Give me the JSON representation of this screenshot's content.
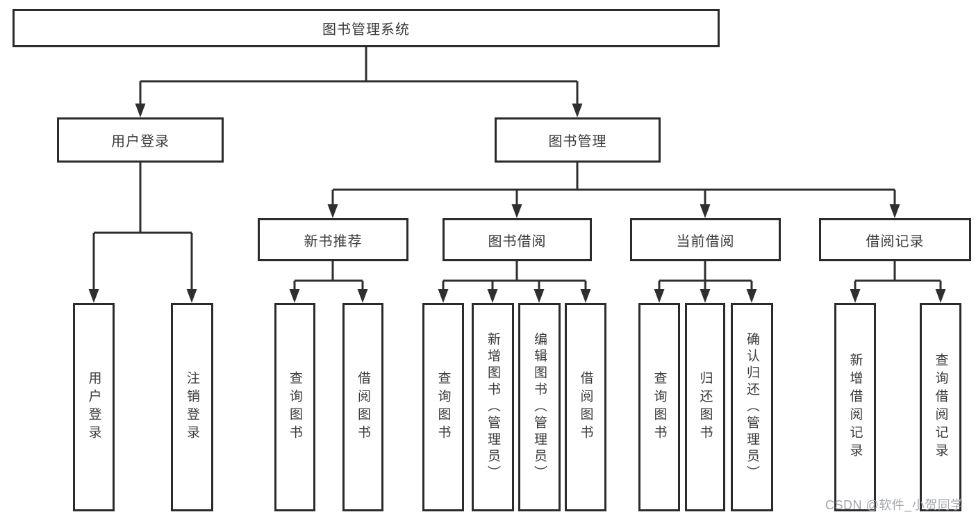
{
  "colors": {
    "line": "#2f2f2f",
    "box_border": "#2b2b2b",
    "box_fill": "#ffffff",
    "text": "#3a3a3a",
    "watermark": "#a3a6ad",
    "background": "#ffffff"
  },
  "diagram": {
    "type": "hierarchy-tree",
    "root": {
      "label": "图书管理系统"
    },
    "level2": [
      {
        "label": "用户登录",
        "parent": "图书管理系统"
      },
      {
        "label": "图书管理",
        "parent": "图书管理系统"
      }
    ],
    "level3": [
      {
        "label": "新书推荐",
        "parent": "图书管理"
      },
      {
        "label": "图书借阅",
        "parent": "图书管理"
      },
      {
        "label": "当前借阅",
        "parent": "图书管理"
      },
      {
        "label": "借阅记录",
        "parent": "图书管理"
      }
    ],
    "leaves": [
      {
        "label": "用户登录",
        "parent": "用户登录"
      },
      {
        "label": "注销登录",
        "parent": "用户登录"
      },
      {
        "label": "查询图书",
        "parent": "新书推荐"
      },
      {
        "label": "借阅图书",
        "parent": "新书推荐"
      },
      {
        "label": "查询图书",
        "parent": "图书借阅"
      },
      {
        "label": "新增图书（管理员）",
        "parent": "图书借阅"
      },
      {
        "label": "编辑图书（管理员）",
        "parent": "图书借阅"
      },
      {
        "label": "借阅图书",
        "parent": "图书借阅"
      },
      {
        "label": "查询图书",
        "parent": "当前借阅"
      },
      {
        "label": "归还图书",
        "parent": "当前借阅"
      },
      {
        "label": "确认归还（管理员）",
        "parent": "当前借阅"
      },
      {
        "label": "新增借阅记录",
        "parent": "借阅记录"
      },
      {
        "label": "查询借阅记录",
        "parent": "借阅记录"
      }
    ],
    "watermark": "CSDN @软件_小贺同学"
  }
}
